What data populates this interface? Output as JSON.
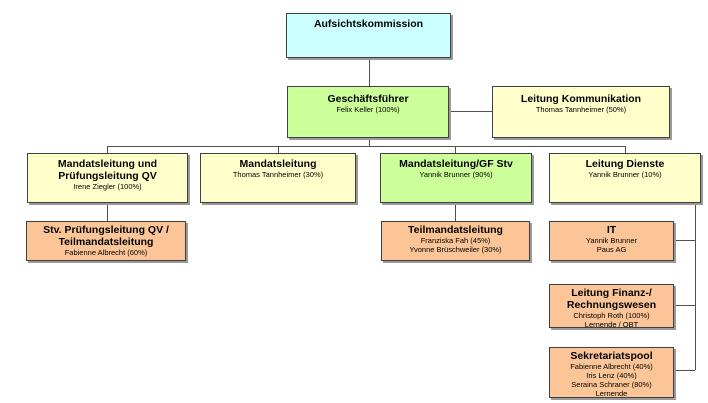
{
  "colors": {
    "top": "#ccffff",
    "manager": "#ccff99",
    "leadership": "#ffffcc",
    "unit": "#fbc598",
    "connector": "#505050"
  },
  "nodes": {
    "aufsicht": {
      "title": "Aufsichtskommission",
      "sub": ""
    },
    "gf": {
      "title": "Geschäftsführer",
      "sub": "Felix Keller (100%)"
    },
    "kommunikation": {
      "title": "Leitung Kommunikation",
      "sub": "Thomas Tannheimer (50%)"
    },
    "mandpruef": {
      "title": "Mandatsleitung und\nPrüfungsleitung QV",
      "sub": "Irene Ziegler (100%)"
    },
    "mand": {
      "title": "Mandatsleitung",
      "sub": "Thomas Tannheimer (30%)"
    },
    "mandgf": {
      "title": "Mandatsleitung/GF Stv",
      "sub": "Yannik Brunner (90%)"
    },
    "dienste": {
      "title": "Leitung Dienste",
      "sub": "Yannik Brunner (10%)"
    },
    "stvpruef": {
      "title": "Stv. Prüfungsleitung QV /\nTeilmandatsleitung",
      "sub": "Fabienne Albrecht (60%)"
    },
    "teilmand": {
      "title": "Teilmandatsleitung",
      "sub": "Franziska Fah (45%)\nYvonne Brüschweiler (30%)"
    },
    "it": {
      "title": "IT",
      "sub": "Yannik Brunner\nPaus AG"
    },
    "finanz": {
      "title": "Leitung Finanz-/\nRechnungswesen",
      "sub": "Christoph Roth (100%)\nLernende / OBT"
    },
    "sekretariat": {
      "title": "Sekretariatspool",
      "sub": "Fabienne Albrecht (40%)\nIris Lenz (40%)\nSeraina Schraner (80%)\nLernende"
    }
  }
}
